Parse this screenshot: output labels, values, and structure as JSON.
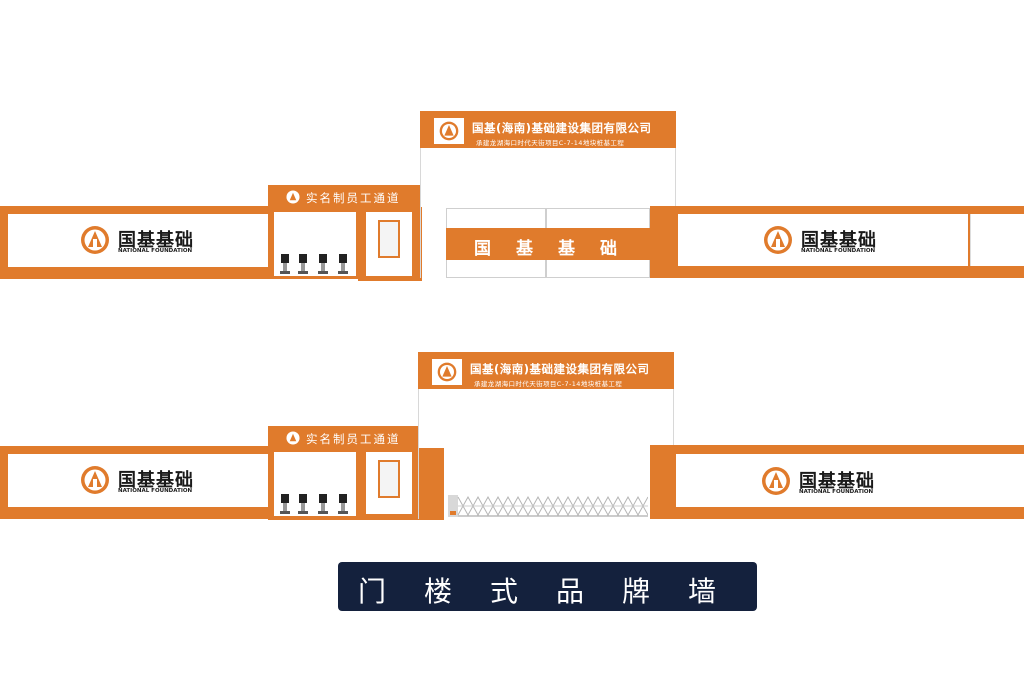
{
  "gate_sign": {
    "company": "国基(海南)基础建设集团有限公司",
    "project": "承建龙湖海口时代天街项目C-7-14地块桩基工程"
  },
  "logo": {
    "cn": "国基基础",
    "en": "NATIONAL FOUNDATION",
    "icon": "national-foundation-logo-icon"
  },
  "booth": {
    "title": "实名制员工通道"
  },
  "gate_beam": {
    "chars": [
      "国",
      "基",
      "基",
      "础"
    ]
  },
  "caption": {
    "text": "门楼式品牌墙"
  },
  "colors": {
    "orange": "#E07B2C",
    "navy": "#14213D",
    "white": "#FFFFFF"
  }
}
